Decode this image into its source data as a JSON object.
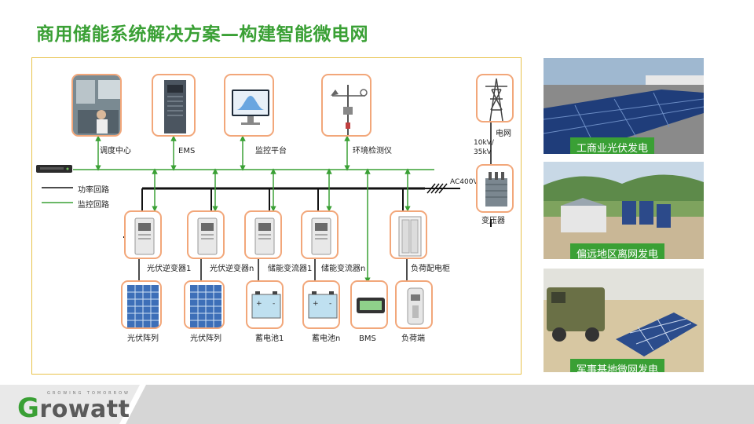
{
  "title": "商用储能系统解决方案—构建智能微电网",
  "diagram": {
    "top_nodes": {
      "dispatch": "调度中心",
      "ems": "EMS",
      "monitor": "监控平台",
      "env": "环境检测仪",
      "grid": "电网"
    },
    "voltage": "10kV/\n35kV",
    "ac_label": "AC400V",
    "transformer": "变压器",
    "legend": {
      "power": "功率回路",
      "control": "监控回路"
    },
    "devices": {
      "pv_inverter_1": "光伏逆变器1",
      "pv_inverter_n": "光伏逆变器n",
      "pcs_1": "储能变流器1",
      "pcs_n": "储能变流器n",
      "load_cabinet": "负荷配电柜"
    },
    "bottom": {
      "pv_array_1": "光伏阵列",
      "pv_array_2": "光伏阵列",
      "battery_1": "蓄电池1",
      "battery_n": "蓄电池n",
      "bms": "BMS",
      "load_end": "负荷端"
    }
  },
  "photos": [
    {
      "caption": "工商业光伏发电"
    },
    {
      "caption": "偏远地区离网发电"
    },
    {
      "caption": "军事基地微网发电"
    }
  ],
  "brand": {
    "logo_initial": "G",
    "logo_rest": "rowatt",
    "tagline": "GROWING TOMORROW"
  },
  "colors": {
    "title_green": "#3aa035",
    "control_line": "#3aa035",
    "power_line": "#111111",
    "node_border": "#f2a77a"
  }
}
